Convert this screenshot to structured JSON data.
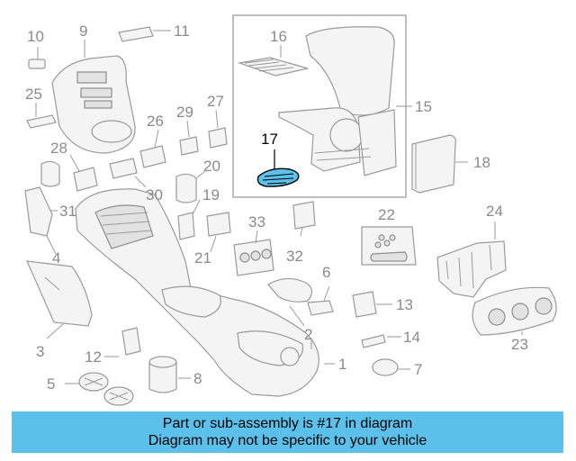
{
  "diagram": {
    "callouts": [
      "1",
      "2",
      "3",
      "4",
      "5",
      "6",
      "7",
      "8",
      "9",
      "10",
      "11",
      "12",
      "13",
      "14",
      "15",
      "16",
      "17",
      "18",
      "19",
      "20",
      "21",
      "22",
      "23",
      "24",
      "25",
      "26",
      "27",
      "28",
      "29",
      "30",
      "31",
      "32",
      "33"
    ],
    "highlighted_part": "17",
    "colors": {
      "highlight_fill": "#5bc0ea",
      "line_gray": "#9a9a9a",
      "caption_bar": "#5bc0ea"
    }
  },
  "caption": {
    "line1": "Part or sub-assembly is #17 in diagram",
    "line2": "Diagram may not be specific to your vehicle"
  }
}
